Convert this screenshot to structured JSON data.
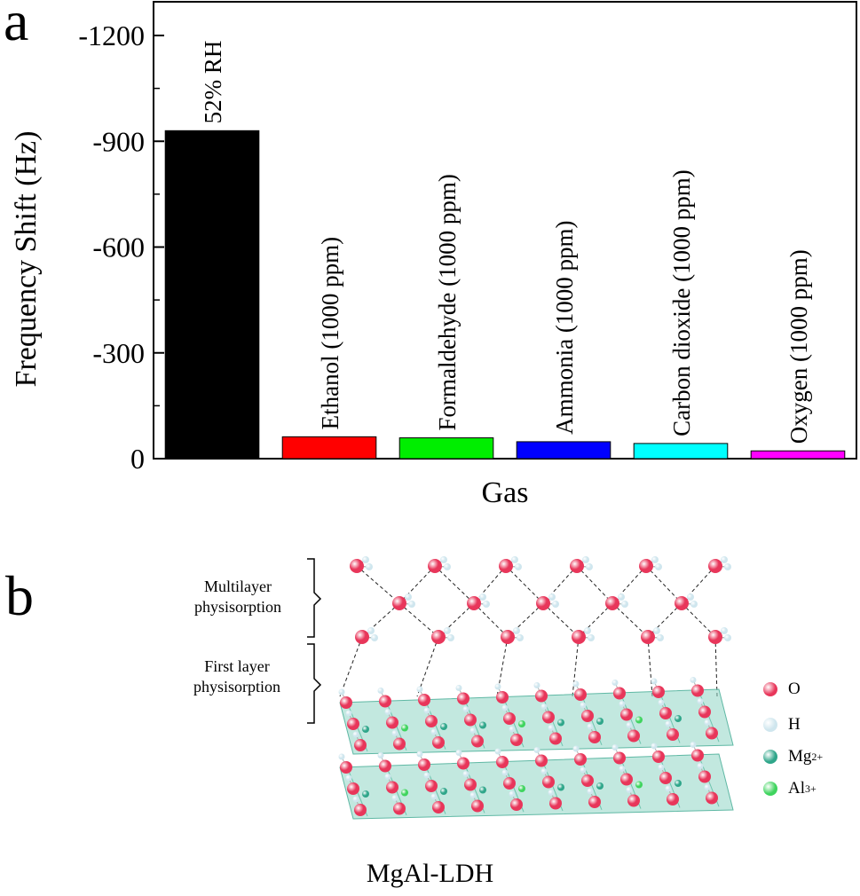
{
  "panel_a_label": "a",
  "panel_b_label": "b",
  "chart_data": {
    "type": "bar",
    "categories": [
      "52% RH",
      "Ethanol (1000 ppm)",
      "Formaldehyde (1000 ppm)",
      "Ammonia (1000 ppm)",
      "Carbon dioxide (1000 ppm)",
      "Oxygen (1000 ppm)"
    ],
    "values": [
      -930,
      -62,
      -59,
      -48,
      -43,
      -22
    ],
    "colors": [
      "#000000",
      "#ff0000",
      "#00ee00",
      "#0000ff",
      "#00ffff",
      "#ff00ff"
    ],
    "xlabel": "Gas",
    "ylabel": "Frequency Shift (Hz)",
    "ylim": [
      0,
      -1200
    ],
    "ytick_labels": [
      "0",
      "-300",
      "-600",
      "-900",
      "-1200"
    ],
    "ytick_values": [
      0,
      -300,
      -600,
      -900,
      -1200
    ],
    "grid": false
  },
  "diagram": {
    "multilayer_line1": "Multilayer",
    "multilayer_line2": "physisorption",
    "first_line1": "First layer",
    "first_line2": "physisorption",
    "legend": [
      {
        "label": "O",
        "sup": "",
        "color": "#e8365a"
      },
      {
        "label": "H",
        "sup": "",
        "color": "#cfe6ee"
      },
      {
        "label": "Mg",
        "sup": "2+",
        "color": "#2fa68a"
      },
      {
        "label": "Al",
        "sup": "3+",
        "color": "#3fd45e"
      }
    ],
    "caption": "MgAl-LDH"
  }
}
